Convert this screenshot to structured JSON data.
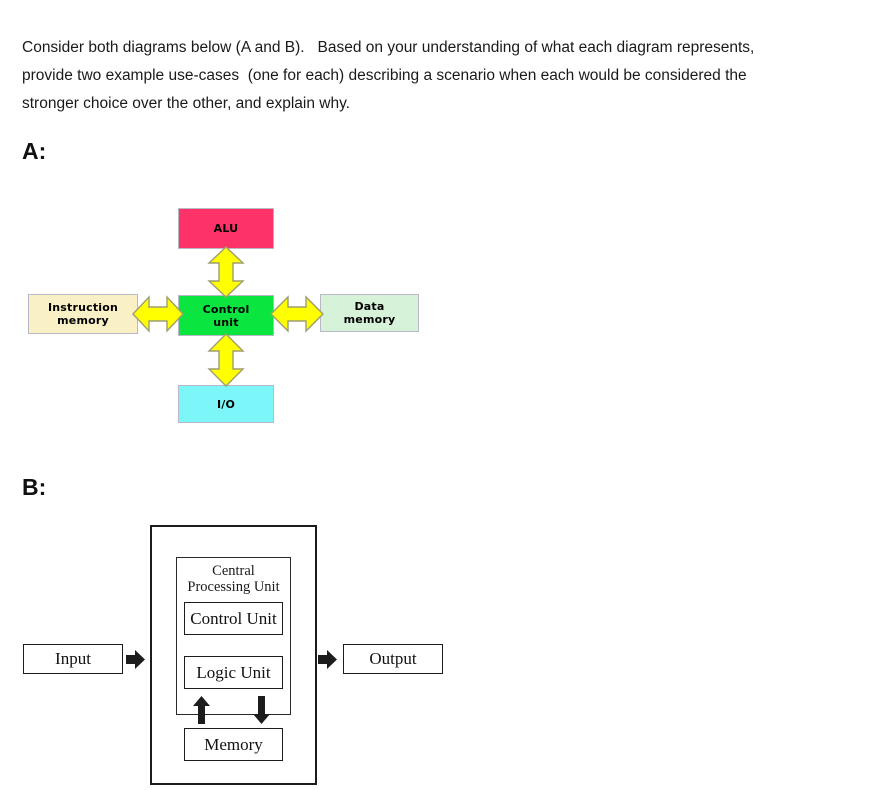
{
  "prompt": {
    "line1": "Consider both diagrams below (A and B).   Based on your understanding of what each diagram represents,",
    "line2": "provide two example use-cases  (one for each) describing a scenario when each would be considered the",
    "line3": "stronger choice over the other, and explain why."
  },
  "sections": {
    "a_label": "A:",
    "b_label": "B:"
  },
  "diagram_a": {
    "title": "Harvard architecture block diagram",
    "boxes": {
      "alu": {
        "label": "ALU",
        "color": "#fc3268"
      },
      "control_unit": {
        "label": "Control\nunit",
        "line1": "Control",
        "line2": "unit",
        "color": "#0ae63f"
      },
      "io": {
        "label": "I/O",
        "color": "#7df6f9"
      },
      "instruction_memory": {
        "label": "Instruction memory",
        "line1": "Instruction",
        "line2": "memory",
        "color": "#faf0c5"
      },
      "data_memory": {
        "label": "Data memory",
        "line1": "Data",
        "line2": "memory",
        "color": "#d6f2d8"
      }
    },
    "arrows": {
      "fill": "#ffff00",
      "stroke": "#9a9a6a",
      "up": "double-arrow-vertical",
      "down": "double-arrow-vertical",
      "left": "double-arrow-horizontal",
      "right": "double-arrow-horizontal"
    }
  },
  "diagram_b": {
    "title": "Von Neumann architecture block diagram",
    "boxes": {
      "cpu": {
        "line1": "Central",
        "line2": "Processing Unit"
      },
      "control_unit": {
        "label": "Control Unit"
      },
      "logic_unit": {
        "label": "Logic Unit"
      },
      "memory": {
        "label": "Memory"
      },
      "input": {
        "label": "Input"
      },
      "output": {
        "label": "Output"
      }
    },
    "arrows": {
      "fill": "#1c1c1c",
      "input_to_cpu": "arrow-right",
      "cpu_to_output": "arrow-right",
      "memory_to_cpu": "arrow-up",
      "cpu_to_memory": "arrow-down"
    }
  }
}
